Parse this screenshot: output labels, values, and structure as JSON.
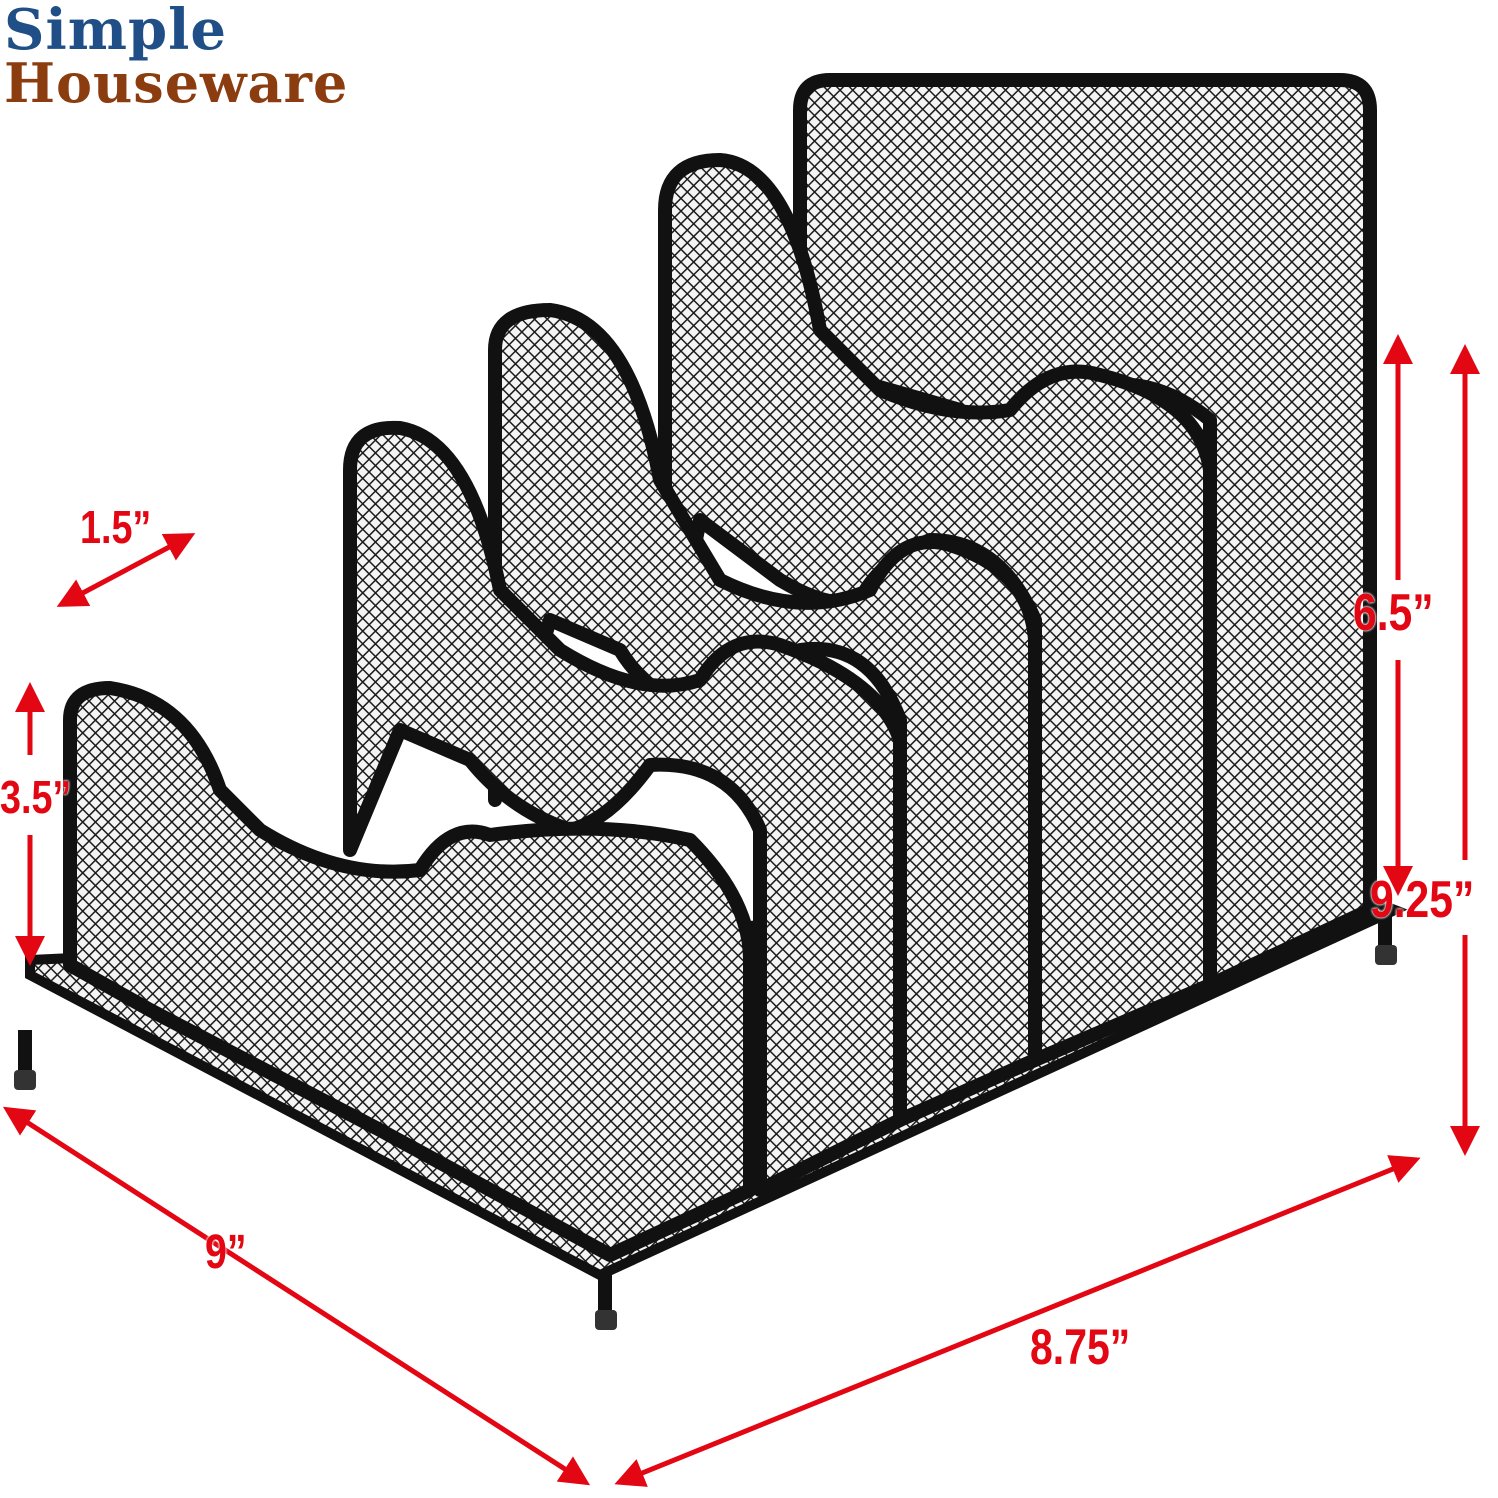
{
  "brand": {
    "logo_line1": "Simple",
    "logo_line2": "Houseware",
    "colors": {
      "line1": "#1f4f86",
      "line2": "#8c3d10"
    }
  },
  "product": {
    "description": "Black wire mesh desk file organizer with 5 tiered upright sections on a footed base",
    "color": "#1a1a1a"
  },
  "dimensions": {
    "color": "#e30613",
    "slot_width": "1.5”",
    "front_divider_height": "3.5”",
    "back_panel_height": "6.5”",
    "total_height": "9.25”",
    "depth": "9”",
    "width": "8.75”"
  }
}
